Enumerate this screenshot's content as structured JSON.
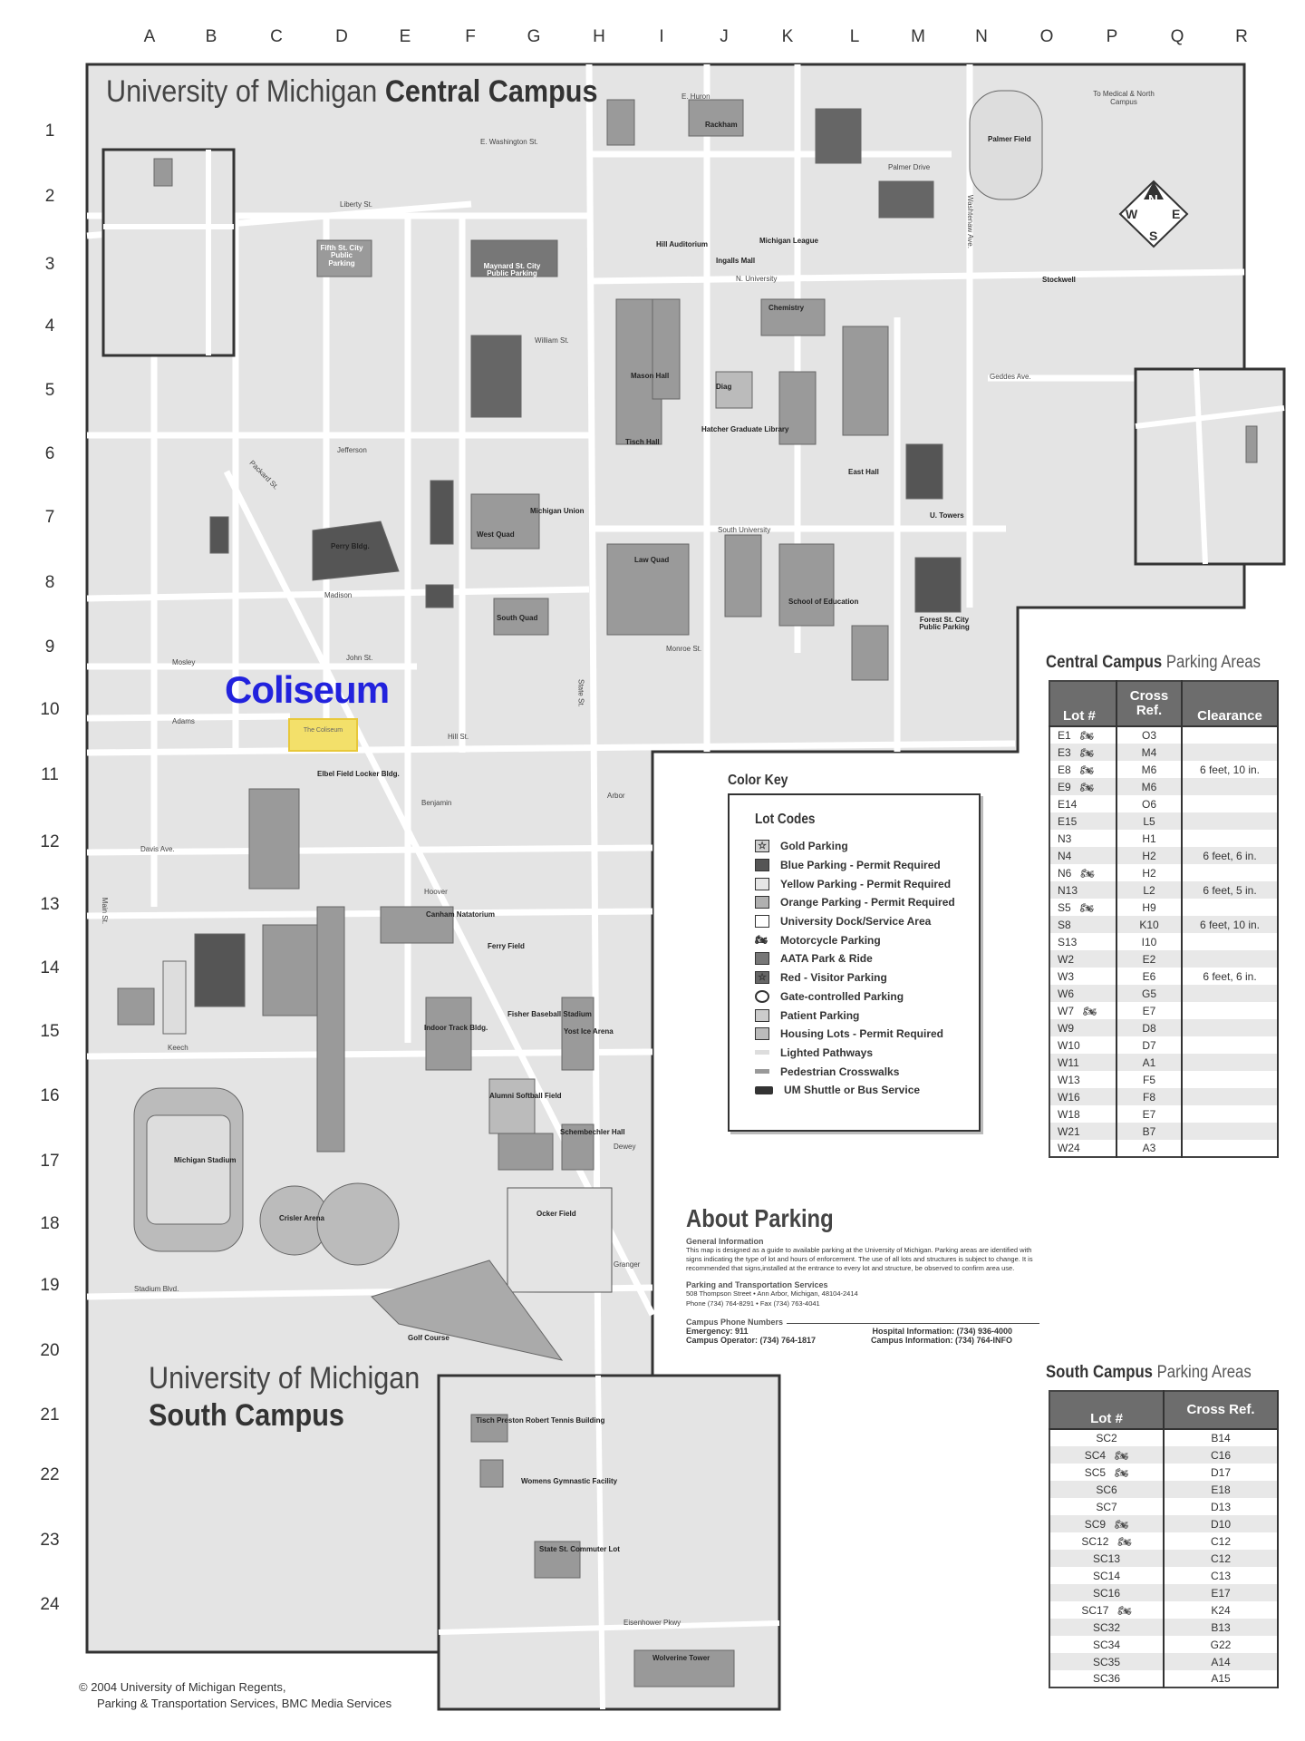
{
  "grid": {
    "columns": [
      "A",
      "B",
      "C",
      "D",
      "E",
      "F",
      "G",
      "H",
      "I",
      "J",
      "K",
      "L",
      "M",
      "N",
      "O",
      "P",
      "Q",
      "R"
    ],
    "rows": [
      "1",
      "2",
      "3",
      "4",
      "5",
      "6",
      "7",
      "8",
      "9",
      "10",
      "11",
      "12",
      "13",
      "14",
      "15",
      "16",
      "17",
      "18",
      "19",
      "20",
      "21",
      "22",
      "23",
      "24"
    ]
  },
  "central_title": {
    "prefix": "University of Michigan",
    "bold": "Central Campus"
  },
  "south_title": {
    "line1": "University of Michigan",
    "line2": "South Campus"
  },
  "highlight": {
    "label": "Coliseum",
    "building": "The Coliseum",
    "color": "#2222dd",
    "fill": "#f3e06a"
  },
  "compass": {
    "n": "N",
    "e": "E",
    "s": "S",
    "w": "W"
  },
  "map_labels": {
    "streets": [
      "E. Washington St.",
      "Liberty St.",
      "N. University",
      "William St.",
      "Jefferson",
      "Madison",
      "John St.",
      "Mosley",
      "Adams",
      "Hill St.",
      "Hoover",
      "Keech",
      "Stadium Blvd.",
      "Geddes Ave.",
      "South University",
      "Monroe St.",
      "E. Huron",
      "Davis Ave.",
      "Benjamin",
      "Arbor",
      "Dewey",
      "Granger",
      "Eisenhower Pkwy",
      "Palmer Drive",
      "To Medical & North Campus",
      "State St.",
      "Main St.",
      "Packard St.",
      "Washtenaw Ave."
    ],
    "buildings": [
      "Michigan Stadium",
      "Crisler Arena",
      "Ferry Field",
      "Law Quad",
      "Mason Hall",
      "Diag",
      "Chemistry",
      "Rackham",
      "Palmer Field",
      "South Quad",
      "West Quad",
      "Michigan Union",
      "Hill Auditorium",
      "Ocker Field",
      "Yost Ice Arena",
      "East Hall",
      "U. Towers",
      "Forest St. City Public Parking",
      "Maynard St. City Public Parking",
      "Fifth St. City Public Parking",
      "Perry Bldg.",
      "Schembechler Hall",
      "Alumni Softball Field",
      "Fisher Baseball Stadium",
      "Indoor Track Bldg.",
      "Canham Natatorium",
      "Elbel Field Locker Bldg.",
      "Tisch Hall",
      "Hatcher Graduate Library",
      "School of Education",
      "Stockwell",
      "Golf Course",
      "Wolverine Tower",
      "Tisch Preston Robert Tennis Building",
      "Womens Gymnastic Facility",
      "State St. Commuter Lot",
      "Ingalls Mall",
      "Michigan League"
    ]
  },
  "color_key": {
    "heading": "Color Key",
    "subheading": "Lot Codes",
    "items": [
      {
        "label": "Gold Parking",
        "icon": "star-icon",
        "color": "#cfcfcf"
      },
      {
        "label": "Blue Parking - Permit Required",
        "icon": "swatch",
        "color": "#555555"
      },
      {
        "label": "Yellow Parking - Permit Required",
        "icon": "swatch",
        "color": "#e6e6e6"
      },
      {
        "label": "Orange Parking - Permit Required",
        "icon": "swatch",
        "color": "#b0b0b0"
      },
      {
        "label": "University Dock/Service Area",
        "icon": "swatch",
        "color": "#ffffff"
      },
      {
        "label": "Motorcycle Parking",
        "icon": "motorcycle-icon",
        "color": "#444444"
      },
      {
        "label": "AATA Park & Ride",
        "icon": "swatch",
        "color": "#777777"
      },
      {
        "label": "Red - Visitor Parking",
        "icon": "star-icon",
        "color": "#666666"
      },
      {
        "label": "Gate-controlled Parking",
        "icon": "gate-icon",
        "color": "#333333"
      },
      {
        "label": "Patient Parking",
        "icon": "grid-icon",
        "color": "#cccccc"
      },
      {
        "label": "Housing Lots - Permit Required",
        "icon": "swatch",
        "color": "#bbbbbb"
      },
      {
        "label": "Lighted Pathways",
        "icon": "line",
        "color": "#dddddd"
      },
      {
        "label": "Pedestrian Crosswalks",
        "icon": "line",
        "color": "#999999"
      },
      {
        "label": "UM Shuttle or Bus Service",
        "icon": "bus-icon",
        "color": "#333333"
      }
    ]
  },
  "central_parking": {
    "title_bold": "Central Campus",
    "title_rest": "Parking Areas",
    "headers": [
      "Lot #",
      "Cross Ref.",
      "Clearance"
    ],
    "rows": [
      {
        "lot": "E1",
        "moto": true,
        "ref": "O3",
        "clear": ""
      },
      {
        "lot": "E3",
        "moto": true,
        "ref": "M4",
        "clear": ""
      },
      {
        "lot": "E8",
        "moto": true,
        "ref": "M6",
        "clear": "6 feet, 10 in."
      },
      {
        "lot": "E9",
        "moto": true,
        "ref": "M6",
        "clear": ""
      },
      {
        "lot": "E14",
        "moto": false,
        "ref": "O6",
        "clear": ""
      },
      {
        "lot": "E15",
        "moto": false,
        "ref": "L5",
        "clear": ""
      },
      {
        "lot": "N3",
        "moto": false,
        "ref": "H1",
        "clear": ""
      },
      {
        "lot": "N4",
        "moto": false,
        "ref": "H2",
        "clear": "6 feet, 6 in."
      },
      {
        "lot": "N6",
        "moto": true,
        "ref": "H2",
        "clear": ""
      },
      {
        "lot": "N13",
        "moto": false,
        "ref": "L2",
        "clear": "6 feet, 5 in."
      },
      {
        "lot": "S5",
        "moto": true,
        "ref": "H9",
        "clear": ""
      },
      {
        "lot": "S8",
        "moto": false,
        "ref": "K10",
        "clear": "6 feet, 10 in."
      },
      {
        "lot": "S13",
        "moto": false,
        "ref": "I10",
        "clear": ""
      },
      {
        "lot": "W2",
        "moto": false,
        "ref": "E2",
        "clear": ""
      },
      {
        "lot": "W3",
        "moto": false,
        "ref": "E6",
        "clear": "6 feet, 6 in."
      },
      {
        "lot": "W6",
        "moto": false,
        "ref": "G5",
        "clear": ""
      },
      {
        "lot": "W7",
        "moto": true,
        "ref": "E7",
        "clear": ""
      },
      {
        "lot": "W9",
        "moto": false,
        "ref": "D8",
        "clear": ""
      },
      {
        "lot": "W10",
        "moto": false,
        "ref": "D7",
        "clear": ""
      },
      {
        "lot": "W11",
        "moto": false,
        "ref": "A1",
        "clear": ""
      },
      {
        "lot": "W13",
        "moto": false,
        "ref": "F5",
        "clear": ""
      },
      {
        "lot": "W16",
        "moto": false,
        "ref": "F8",
        "clear": ""
      },
      {
        "lot": "W18",
        "moto": false,
        "ref": "E7",
        "clear": ""
      },
      {
        "lot": "W21",
        "moto": false,
        "ref": "B7",
        "clear": ""
      },
      {
        "lot": "W24",
        "moto": false,
        "ref": "A3",
        "clear": ""
      }
    ]
  },
  "south_parking": {
    "title_bold": "South Campus",
    "title_rest": "Parking Areas",
    "headers": [
      "Lot #",
      "Cross Ref."
    ],
    "rows": [
      {
        "lot": "SC2",
        "moto": false,
        "ref": "B14"
      },
      {
        "lot": "SC4",
        "moto": true,
        "ref": "C16"
      },
      {
        "lot": "SC5",
        "moto": true,
        "ref": "D17"
      },
      {
        "lot": "SC6",
        "moto": false,
        "ref": "E18"
      },
      {
        "lot": "SC7",
        "moto": false,
        "ref": "D13"
      },
      {
        "lot": "SC9",
        "moto": true,
        "ref": "D10"
      },
      {
        "lot": "SC12",
        "moto": true,
        "ref": "C12"
      },
      {
        "lot": "SC13",
        "moto": false,
        "ref": "C12"
      },
      {
        "lot": "SC14",
        "moto": false,
        "ref": "C13"
      },
      {
        "lot": "SC16",
        "moto": false,
        "ref": "E17"
      },
      {
        "lot": "SC17",
        "moto": true,
        "ref": "K24"
      },
      {
        "lot": "SC32",
        "moto": false,
        "ref": "B13"
      },
      {
        "lot": "SC34",
        "moto": false,
        "ref": "G22"
      },
      {
        "lot": "SC35",
        "moto": false,
        "ref": "A14"
      },
      {
        "lot": "SC36",
        "moto": false,
        "ref": "A15"
      }
    ]
  },
  "about": {
    "title": "About Parking",
    "general_heading": "General Information",
    "general_text": "This map is designed as a guide to available parking at the University of Michigan. Parking areas are identified with signs indicating the type of lot and hours of enforcement. The use of all lots and structures is subject to change. It is recommended that signs,installed at the entrance to every lot and structure, be observed to confirm area use.",
    "pts_heading": "Parking and Transportation Services",
    "pts_address": "508 Thompson Street • Ann Arbor, Michigan, 48104-2414",
    "pts_phone": "Phone (734) 764-8291 • Fax (734) 763-4041",
    "phones_heading": "Campus Phone Numbers",
    "emergency": "Emergency: 911",
    "operator": "Campus Operator: (734) 764-1817",
    "hospital": "Hospital Information: (734) 936-4000",
    "info": "Campus Information: (734) 764-INFO"
  },
  "copyright": {
    "line1": "© 2004 University of Michigan Regents,",
    "line2": "Parking & Transportation Services, BMC Media Services"
  }
}
